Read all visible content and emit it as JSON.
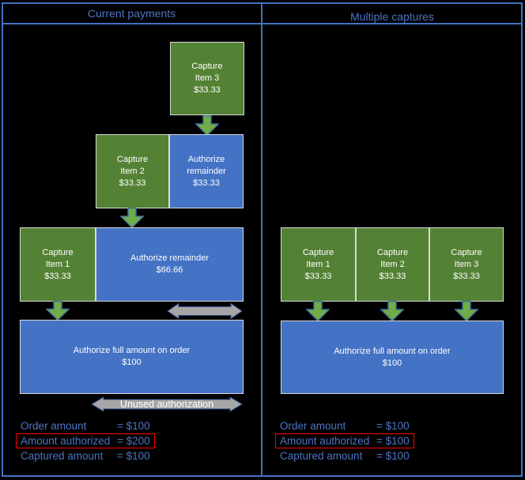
{
  "colors": {
    "background": "#000000",
    "frame_blue": "#4472C4",
    "title_text": "#4E74C4",
    "green_box": "#548235",
    "blue_box": "#4472C4",
    "box_border": "#D9D9D9",
    "box_text": "#FFFFFF",
    "arrow_green": "#70AD47",
    "arrow_outline": "#41719C",
    "arrow_gray": "#A6A6A6",
    "highlight_red": "#FF0000"
  },
  "panels": {
    "left": {
      "title": "Current payments",
      "capture_item_3": {
        "l1": "Capture",
        "l2": "Item 3",
        "l3": "$33.33"
      },
      "capture_item_2": {
        "l1": "Capture",
        "l2": "Item 2",
        "l3": "$33.33"
      },
      "authorize_remainder_small": {
        "l1": "Authorize",
        "l2": "remainder",
        "l3": "$33.33"
      },
      "capture_item_1": {
        "l1": "Capture",
        "l2": "Item 1",
        "l3": "$33.33"
      },
      "authorize_remainder_large": {
        "l1": "Authorize remainder",
        "l2": "$66.66"
      },
      "authorize_full": {
        "l1": "Authorize full amount on order",
        "l2": "$100"
      },
      "unused_label": "Unused authorization",
      "summary": [
        {
          "label": "Order amount",
          "value": "= $100"
        },
        {
          "label": "Amount authorized",
          "value": "= $200"
        },
        {
          "label": "Captured amount",
          "value": "= $100"
        }
      ]
    },
    "right": {
      "title": "Multiple captures",
      "capture_item_1": {
        "l1": "Capture",
        "l2": "Item 1",
        "l3": "$33.33"
      },
      "capture_item_2": {
        "l1": "Capture",
        "l2": "Item 2",
        "l3": "$33.33"
      },
      "capture_item_3": {
        "l1": "Capture",
        "l2": "Item 3",
        "l3": "$33.33"
      },
      "authorize_full": {
        "l1": "Authorize full amount on order",
        "l2": "$100"
      },
      "summary": [
        {
          "label": "Order amount",
          "value": "= $100"
        },
        {
          "label": "Amount authorized",
          "value": "= $100"
        },
        {
          "label": "Captured amount",
          "value": "= $100"
        }
      ]
    }
  }
}
